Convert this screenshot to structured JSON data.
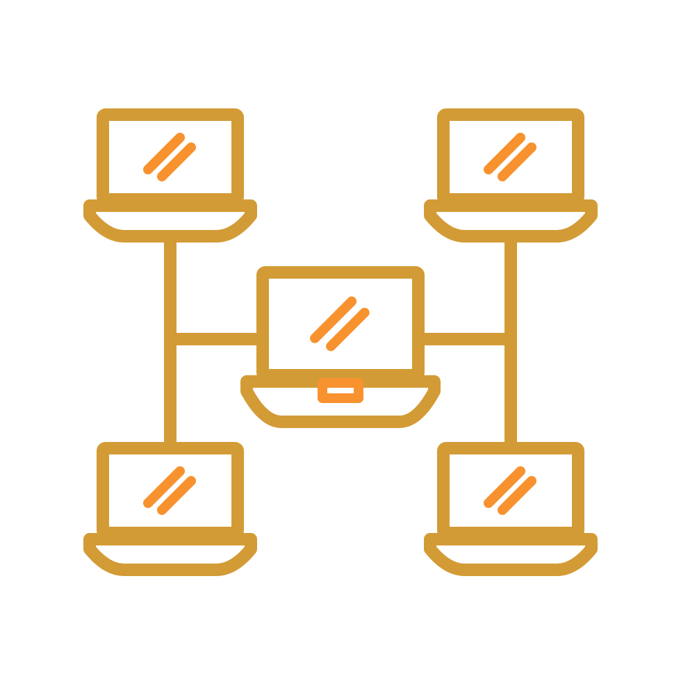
{
  "icon": {
    "name": "laptop-network-icon",
    "colors": {
      "outline": "#D39B36",
      "accent": "#F7922F",
      "background": "#FFFFFF"
    },
    "laptops": [
      {
        "id": "top-left",
        "role": "peer"
      },
      {
        "id": "top-right",
        "role": "peer"
      },
      {
        "id": "center",
        "role": "hub"
      },
      {
        "id": "bottom-left",
        "role": "peer"
      },
      {
        "id": "bottom-right",
        "role": "peer"
      }
    ]
  }
}
